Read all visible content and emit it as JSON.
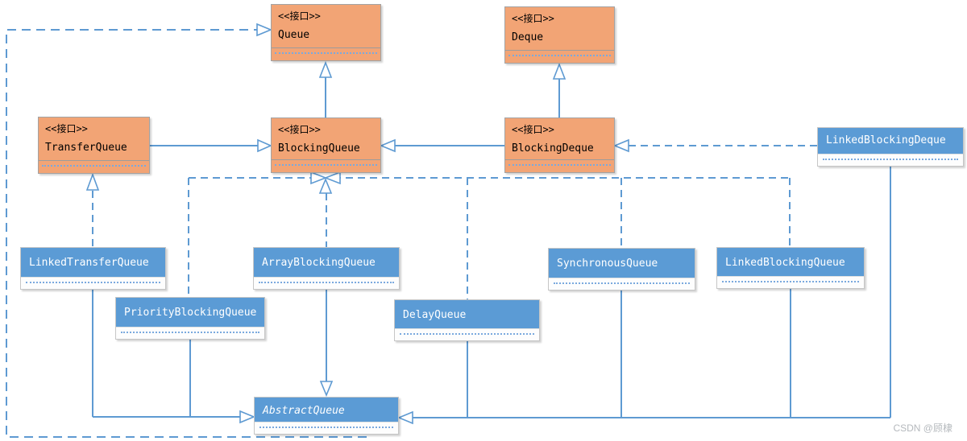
{
  "diagram": {
    "language_note": "接口 = interface (Chinese UML stereotype)",
    "nodes": {
      "queue": {
        "stereotype": "<<接口>>",
        "name": "Queue",
        "kind": "interface"
      },
      "deque": {
        "stereotype": "<<接口>>",
        "name": "Deque",
        "kind": "interface"
      },
      "transfer_queue": {
        "stereotype": "<<接口>>",
        "name": "TransferQueue",
        "kind": "interface"
      },
      "blocking_queue": {
        "stereotype": "<<接口>>",
        "name": "BlockingQueue",
        "kind": "interface"
      },
      "blocking_deque": {
        "stereotype": "<<接口>>",
        "name": "BlockingDeque",
        "kind": "interface"
      },
      "linked_blocking_deque": {
        "name": "LinkedBlockingDeque",
        "kind": "class"
      },
      "linked_transfer_queue": {
        "name": "LinkedTransferQueue",
        "kind": "class"
      },
      "array_blocking_queue": {
        "name": "ArrayBlockingQueue",
        "kind": "class"
      },
      "priority_blocking_queue": {
        "name": "PriorityBlockingQueue",
        "kind": "class"
      },
      "delay_queue": {
        "name": "DelayQueue",
        "kind": "class"
      },
      "synchronous_queue": {
        "name": "SynchronousQueue",
        "kind": "class"
      },
      "linked_blocking_queue": {
        "name": "LinkedBlockingQueue",
        "kind": "class"
      },
      "abstract_queue": {
        "name": "AbstractQueue",
        "kind": "abstract-class"
      }
    },
    "relationships": [
      {
        "from": "BlockingQueue",
        "to": "Queue",
        "type": "extends",
        "line": "solid"
      },
      {
        "from": "BlockingDeque",
        "to": "Deque",
        "type": "extends",
        "line": "solid"
      },
      {
        "from": "TransferQueue",
        "to": "BlockingQueue",
        "type": "extends",
        "line": "solid"
      },
      {
        "from": "BlockingDeque",
        "to": "BlockingQueue",
        "type": "extends",
        "line": "solid"
      },
      {
        "from": "LinkedBlockingDeque",
        "to": "BlockingDeque",
        "type": "implements",
        "line": "dashed"
      },
      {
        "from": "LinkedTransferQueue",
        "to": "TransferQueue",
        "type": "implements",
        "line": "dashed"
      },
      {
        "from": "PriorityBlockingQueue",
        "to": "BlockingQueue",
        "type": "implements",
        "line": "dashed"
      },
      {
        "from": "ArrayBlockingQueue",
        "to": "BlockingQueue",
        "type": "implements",
        "line": "dashed"
      },
      {
        "from": "DelayQueue",
        "to": "BlockingQueue",
        "type": "implements",
        "line": "dashed"
      },
      {
        "from": "SynchronousQueue",
        "to": "BlockingQueue",
        "type": "implements",
        "line": "dashed"
      },
      {
        "from": "LinkedBlockingQueue",
        "to": "BlockingQueue",
        "type": "implements",
        "line": "dashed"
      },
      {
        "from": "LinkedTransferQueue",
        "to": "AbstractQueue",
        "type": "extends",
        "line": "solid"
      },
      {
        "from": "PriorityBlockingQueue",
        "to": "AbstractQueue",
        "type": "extends",
        "line": "solid"
      },
      {
        "from": "ArrayBlockingQueue",
        "to": "AbstractQueue",
        "type": "extends",
        "line": "solid"
      },
      {
        "from": "DelayQueue",
        "to": "AbstractQueue",
        "type": "extends",
        "line": "solid"
      },
      {
        "from": "SynchronousQueue",
        "to": "AbstractQueue",
        "type": "extends",
        "line": "solid"
      },
      {
        "from": "LinkedBlockingQueue",
        "to": "AbstractQueue",
        "type": "extends",
        "line": "solid"
      },
      {
        "from": "LinkedBlockingDeque",
        "to": "AbstractQueue",
        "type": "extends",
        "line": "solid"
      },
      {
        "from": "AbstractQueue",
        "to": "Queue",
        "type": "implements",
        "line": "dashed"
      }
    ],
    "colors": {
      "interface_fill": "#f2a475",
      "class_fill": "#5b9bd5",
      "connector": "#5e9ad2",
      "compartment_dots": "#7aa9de"
    }
  },
  "watermark": {
    "text": "CSDN @顾棣"
  }
}
